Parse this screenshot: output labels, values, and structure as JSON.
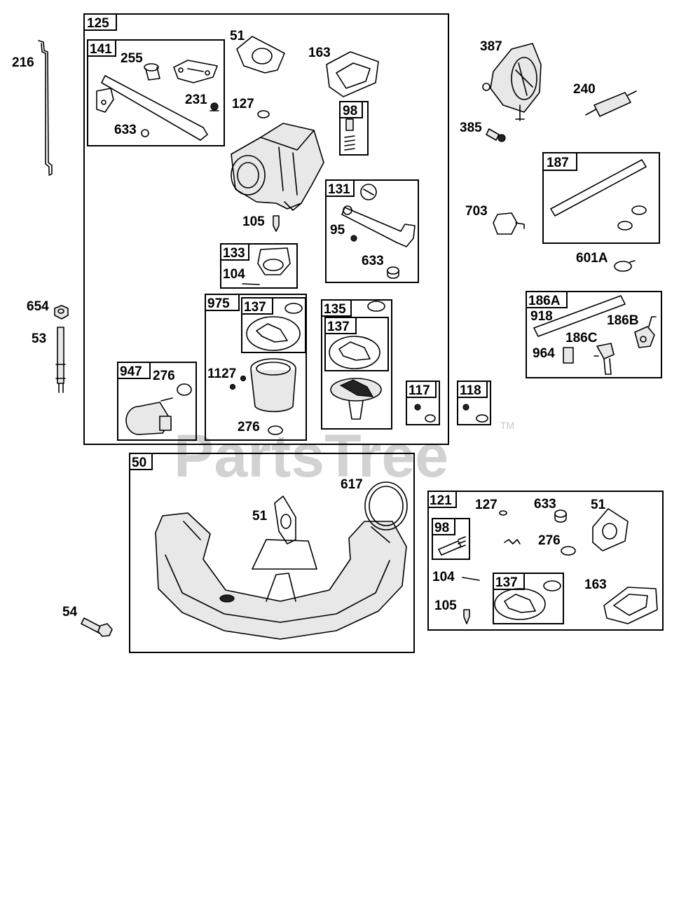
{
  "watermark": {
    "text": "PartsTree",
    "tm": "TM"
  },
  "labels": {
    "l216": "216",
    "l654": "654",
    "l53": "53",
    "l54": "54",
    "l51a": "51",
    "l163a": "163",
    "l255": "255",
    "l231": "231",
    "l633a": "633",
    "l127a": "127",
    "l105a": "105",
    "l104a": "104",
    "l95": "95",
    "l633b": "633",
    "l276a": "276",
    "l1127": "1127",
    "l276b": "276",
    "l387": "387",
    "l240": "240",
    "l385": "385",
    "l703": "703",
    "l601a": "601A",
    "l918": "918",
    "l186b": "186B",
    "l186c": "186C",
    "l964": "964",
    "l617": "617",
    "l51b": "51",
    "l127b": "127",
    "l633c": "633",
    "l51c": "51",
    "l276c": "276",
    "l104b": "104",
    "l163b": "163",
    "l105b": "105"
  },
  "tags": {
    "t125": "125",
    "t141": "141",
    "t98a": "98",
    "t131": "131",
    "t133": "133",
    "t975": "975",
    "t137a": "137",
    "t135": "135",
    "t137b": "137",
    "t947": "947",
    "t117": "117",
    "t118": "118",
    "t187": "187",
    "t186a": "186A",
    "t50": "50",
    "t121": "121",
    "t98b": "98",
    "t137c": "137"
  }
}
